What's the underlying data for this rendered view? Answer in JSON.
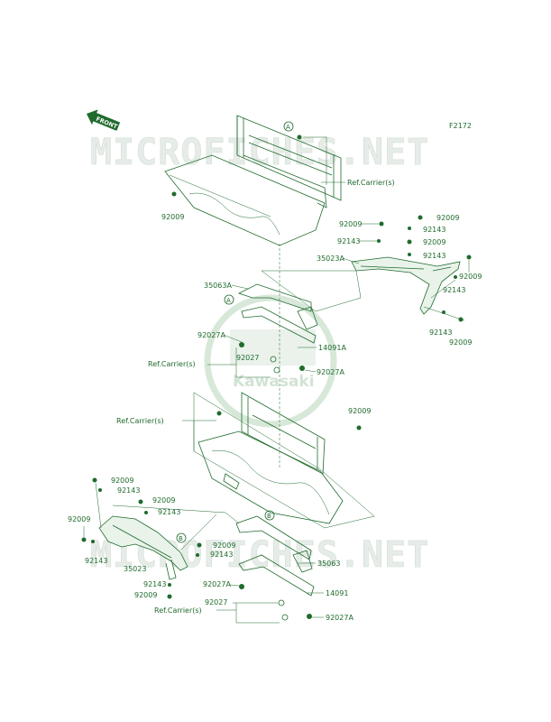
{
  "figure_code": "F2172",
  "watermark_site": "MICROFICHES.NET",
  "brand_logo_text": "Kawasaki",
  "front_arrow": "FRONT",
  "callouts": {
    "a": "A",
    "b": "B"
  },
  "parts": {
    "p92009": "92009",
    "p92143": "92143",
    "p35023A": "35023A",
    "p35023": "35023",
    "p35063A": "35063A",
    "p35063": "35063",
    "p14091A": "14091A",
    "p14091": "14091",
    "p92027A": "92027A",
    "p92027": "92027",
    "ref_carrier": "Ref.Carrier(s)"
  }
}
